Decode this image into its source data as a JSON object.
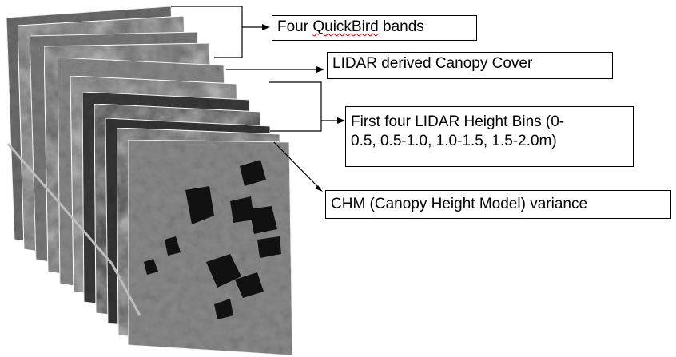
{
  "labels": {
    "quickbird_prefix": "Four ",
    "quickbird_word": "QuickBird",
    "quickbird_suffix": " bands",
    "canopy_cover": "LIDAR derived Canopy Cover",
    "height_bins_line1": "First four LIDAR Height Bins (0-",
    "height_bins_line2": "0.5, 0.5-1.0, 1.0-1.5, 1.5-2.0m)",
    "chm_variance": "CHM (Canopy Height Model) variance"
  },
  "colors": {
    "connector": "#000000",
    "spellcheck_underline": "#cc0000",
    "layer_tones": [
      "#6d6d6d",
      "#5e5e5e",
      "#7a7a7a",
      "#515151",
      "#888888",
      "#666666",
      "#3a3a3a",
      "#2a2a2a",
      "#353535",
      "#4a4a4a",
      "#8a8a8a"
    ]
  },
  "layer_groups": [
    "quickbird-bands",
    "canopy-cover",
    "height-bins",
    "chm-variance"
  ]
}
